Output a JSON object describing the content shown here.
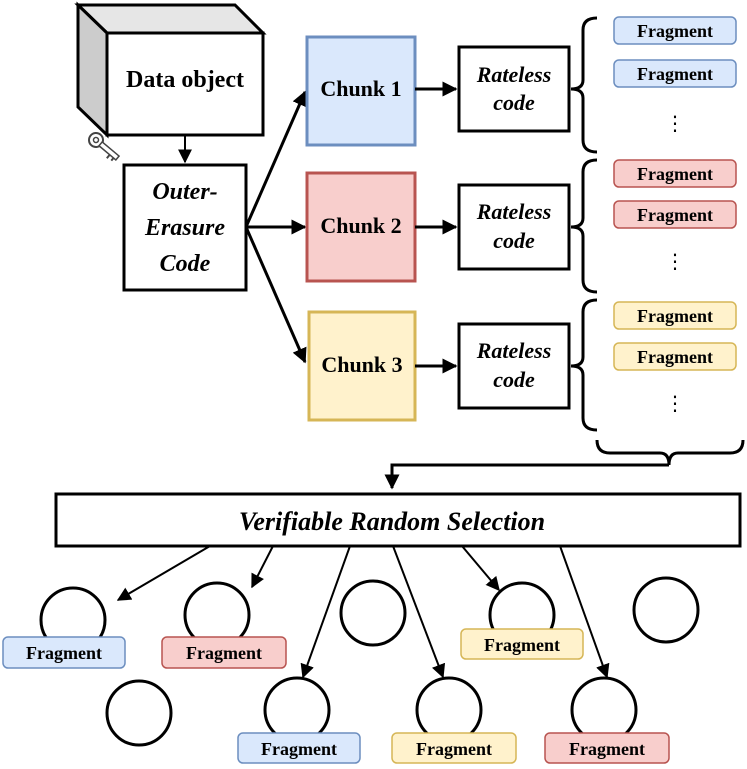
{
  "data_object": "Data object",
  "outer_code": [
    "Outer-",
    "Erasure",
    "Code"
  ],
  "chunks": [
    {
      "label": "Chunk 1",
      "fill": "#dae8fc",
      "stroke": "#6c8ebf"
    },
    {
      "label": "Chunk 2",
      "fill": "#f8cecc",
      "stroke": "#b85450"
    },
    {
      "label": "Chunk 3",
      "fill": "#fff2cc",
      "stroke": "#d6b656"
    }
  ],
  "rateless": [
    "Rateless",
    "code"
  ],
  "fragment_label": "Fragment",
  "ellipsis": "⋮",
  "selection_label": "Verifiable Random Selection",
  "key_icon": "key-icon"
}
